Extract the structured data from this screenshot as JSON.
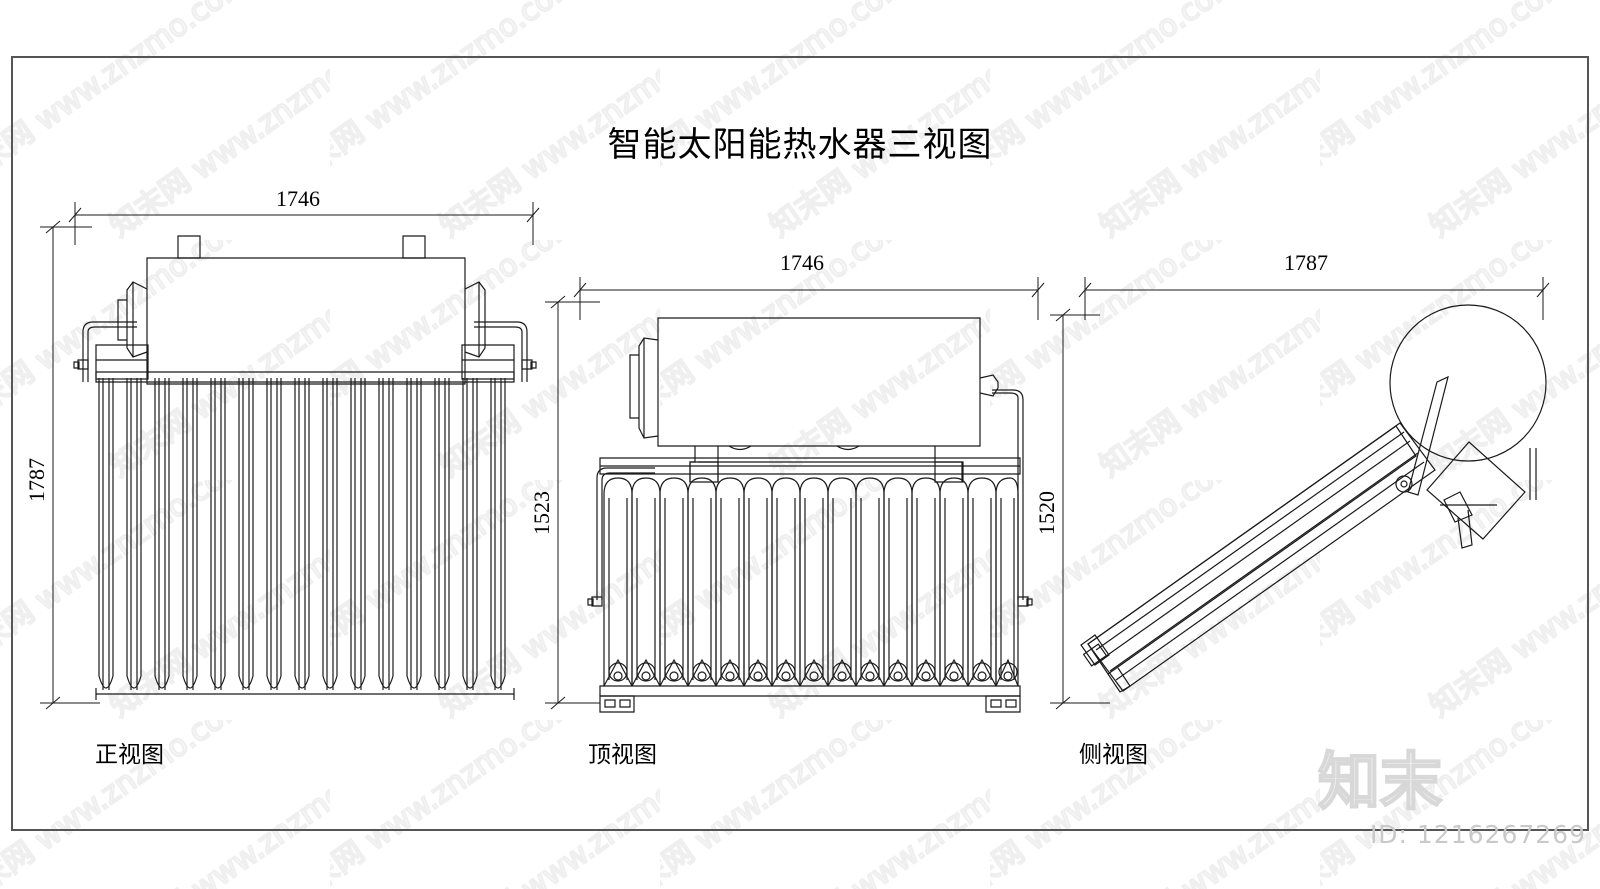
{
  "document": {
    "title": "智能太阳能热水器三视图",
    "type": "cad-three-view-drawing"
  },
  "views": [
    {
      "id": "front",
      "label": "正视图",
      "width_dim": "1746",
      "height_dim": "1787",
      "tube_count": 15
    },
    {
      "id": "top",
      "label": "顶视图",
      "width_dim": "1746",
      "height_dim": "1523",
      "tube_count": 15
    },
    {
      "id": "side",
      "label": "侧视图",
      "width_dim": "1787",
      "height_dim": "1520",
      "tube_count": 0
    }
  ],
  "dimensions": {
    "front_width": "1746",
    "front_height": "1787",
    "top_width": "1746",
    "top_height": "1523",
    "side_width": "1787",
    "side_height": "1520"
  },
  "watermark": {
    "text": "知末网 www.znzmo.com",
    "color": "#efefef",
    "angle": -35
  },
  "footer": {
    "logo_text": "知末",
    "id_label": "ID: 1216267269",
    "id_color": "#c9c9c9"
  },
  "style": {
    "line_color": "#1a1a1a",
    "frame_color": "#555555",
    "background": "#ffffff"
  }
}
